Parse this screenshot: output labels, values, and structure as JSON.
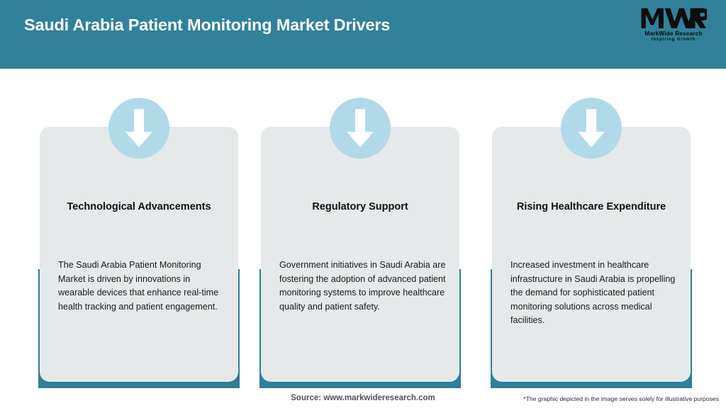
{
  "header": {
    "title": "Saudi Arabia Patient Monitoring Market Drivers",
    "background_color": "#31819A",
    "title_color": "#FFFFFF"
  },
  "logo": {
    "mark": "MWR",
    "name": "MarkWide Research",
    "tagline": "Inspiring Growth"
  },
  "theme": {
    "accent_teal": "#2F7F96",
    "card_background": "#E5E9EA",
    "icon_circle": "#B0DAE8",
    "arrow_color": "#FFFFFF",
    "page_background": "#FFFFFF"
  },
  "cards": [
    {
      "icon": "arrow-down-icon",
      "title": "Technological Advancements",
      "body": "The Saudi Arabia Patient Monitoring Market is driven by innovations in wearable devices that enhance real-time health tracking and patient engagement."
    },
    {
      "icon": "arrow-down-icon",
      "title": "Regulatory Support",
      "body": "Government initiatives in Saudi Arabia are fostering the adoption of advanced patient monitoring systems to improve healthcare quality and patient safety."
    },
    {
      "icon": "arrow-down-icon",
      "title": "Rising Healthcare Expenditure",
      "body": "Increased investment in healthcare infrastructure in Saudi Arabia is propelling the demand for sophisticated patient monitoring solutions across medical facilities."
    }
  ],
  "footer": {
    "source": "Source: www.markwideresearch.com",
    "disclaimer": "*The graphic depicted in the image serves solely for illustrative purposes"
  }
}
